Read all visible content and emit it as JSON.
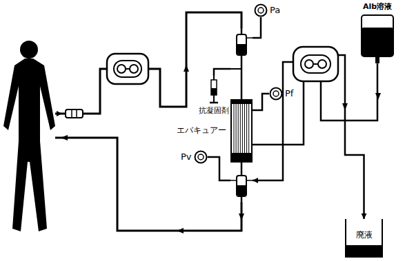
{
  "diagram": {
    "nodes": [
      {
        "text": [
          "Pa"
        ]
      },
      {
        "text": [
          "抗凝固剤"
        ]
      },
      {
        "text": [
          "Pf"
        ]
      },
      {
        "text": [
          "エバキュアー"
        ]
      },
      {
        "text": [
          "Pv"
        ]
      },
      {
        "text": [
          "Alb溶液"
        ]
      },
      {
        "text": [
          "廃液"
        ]
      }
    ],
    "edges": [
      {
        "from": 0,
        "to": 3,
        "arrow": "none"
      },
      {
        "from": 1,
        "to": 3,
        "arrow": "none"
      },
      {
        "from": 2,
        "to": 3,
        "arrow": "none"
      },
      {
        "from": 4,
        "to": 3,
        "arrow": "none"
      },
      {
        "from": 5,
        "to": 3,
        "arrow": "to"
      },
      {
        "from": 3,
        "to": 6,
        "arrow": "to"
      }
    ]
  }
}
